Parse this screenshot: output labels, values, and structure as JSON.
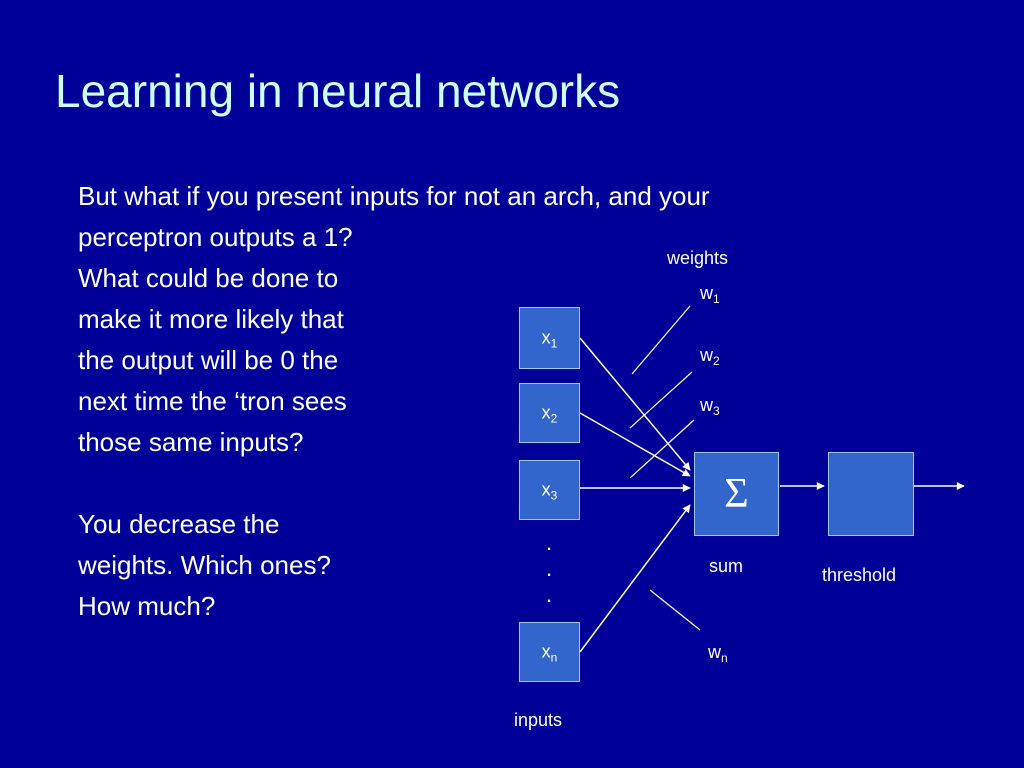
{
  "slide": {
    "title": "Learning in neural networks",
    "body_lines": [
      "But what if you present inputs for not an arch, and your",
      "perceptron outputs a 1?",
      "What could be done to",
      "make it more likely that",
      "the output will be 0 the",
      "next time the ‘tron sees",
      "those same inputs?",
      "",
      "You decrease the",
      "weights.  Which ones?",
      "How much?"
    ]
  },
  "diagram": {
    "weights_label": "weights",
    "inputs_label": "inputs",
    "sum_label": "sum",
    "threshold_label": "threshold",
    "sum_symbol": "Σ",
    "input_base": "x",
    "weight_base": "w",
    "inputs": [
      {
        "sub": "1"
      },
      {
        "sub": "2"
      },
      {
        "sub": "3"
      },
      {
        "sub": "n"
      }
    ],
    "weights": [
      {
        "sub": "1"
      },
      {
        "sub": "2"
      },
      {
        "sub": "3"
      },
      {
        "sub": "n"
      }
    ],
    "ellipsis": ".",
    "colors": {
      "background": "#000099",
      "box": "#3366cc",
      "box_border": "#99ccff",
      "title": "#ccffff",
      "text": "#ffffff"
    }
  }
}
